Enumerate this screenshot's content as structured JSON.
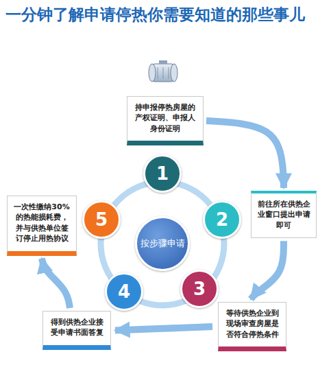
{
  "diagram": {
    "title": "一分钟了解申请停热你需要知道的那些事儿",
    "nodes": [
      {
        "text": [
          "按步骤申请"
        ]
      },
      {
        "text": [
          "1"
        ]
      },
      {
        "text": [
          "持申报停热房屋的产权证明、申报人身份证明"
        ]
      },
      {
        "text": [
          "2"
        ]
      },
      {
        "text": [
          "前往所在供热企业窗口提出申请即可"
        ]
      },
      {
        "text": [
          "3"
        ]
      },
      {
        "text": [
          "等待供热企业到现场审查房屋是否符合停热条件"
        ]
      },
      {
        "text": [
          "4"
        ]
      },
      {
        "text": [
          "得到供热企业接受申请书面答复"
        ]
      },
      {
        "text": [
          "5"
        ]
      },
      {
        "text": [
          "一次性缴纳30%的热能损耗费，并与供热单位签订停止用热协议"
        ]
      }
    ],
    "edges": [
      {
        "from": 2,
        "to": 4,
        "arrow": "to"
      },
      {
        "from": 4,
        "to": 6,
        "arrow": "to"
      },
      {
        "from": 6,
        "to": 8,
        "arrow": "to"
      },
      {
        "from": 8,
        "to": 10,
        "arrow": "to"
      }
    ]
  }
}
